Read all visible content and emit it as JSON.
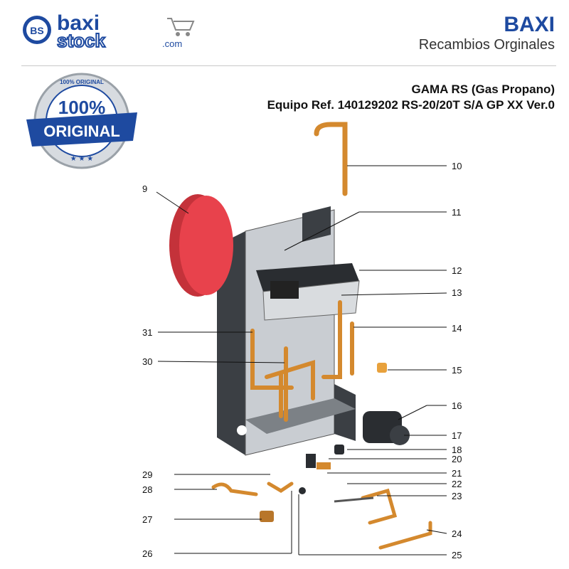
{
  "header": {
    "logo_badge": "BS",
    "logo_word1": "baxi",
    "logo_word2": "stock",
    "logo_domain": ".com",
    "brand": "BAXI",
    "tagline": "Recambios Orginales"
  },
  "badge": {
    "main": "100%",
    "sub": "ORIGINAL",
    "ring": "100% ORIGINAL"
  },
  "title": {
    "series": "GAMA RS (Gas Propano)",
    "equipo": "Equipo Ref. 140129202 RS-20/20T S/A GP XX Ver.0"
  },
  "callouts": {
    "c9": "9",
    "c10": "10",
    "c11": "11",
    "c12": "12",
    "c13": "13",
    "c14": "14",
    "c15": "15",
    "c16": "16",
    "c17": "17",
    "c18": "18",
    "c20": "20",
    "c21": "21",
    "c22": "22",
    "c23": "23",
    "c24": "24",
    "c25": "25",
    "c26": "26",
    "c27": "27",
    "c28": "28",
    "c29": "29",
    "c30": "30",
    "c31": "31"
  },
  "colors": {
    "brand_blue": "#1e4aa0",
    "copper": "#d4892e",
    "frame": "#3b3f44",
    "expansion_tank": "#e8424c"
  }
}
